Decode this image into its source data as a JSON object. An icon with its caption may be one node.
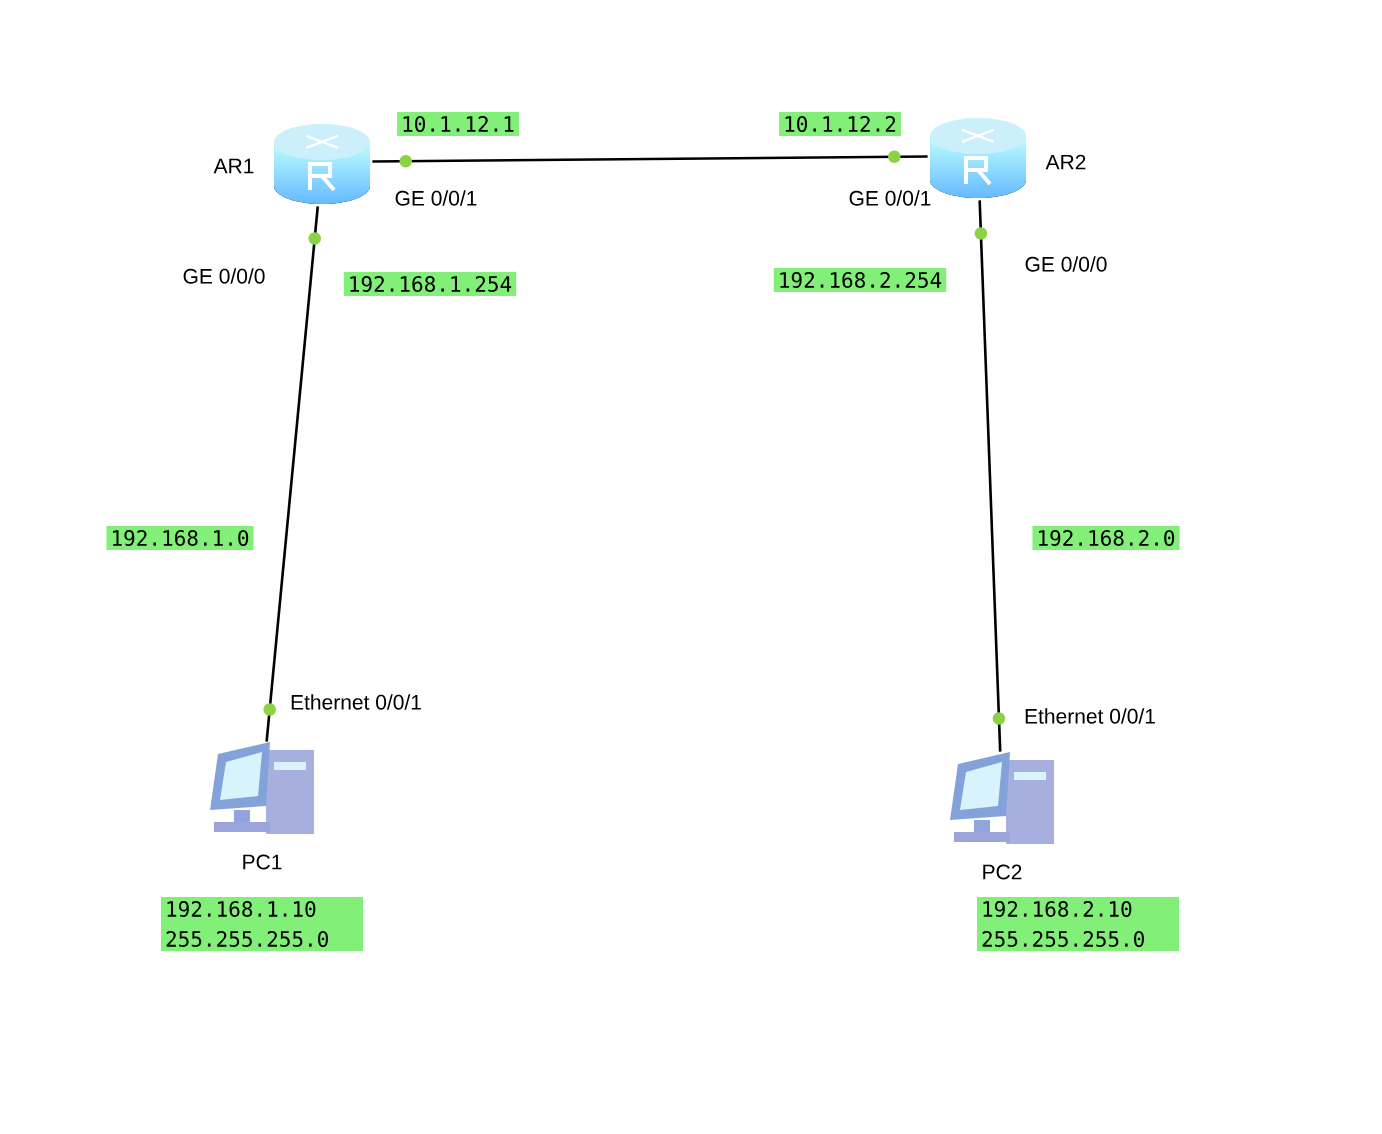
{
  "diagram": {
    "nodes": [
      {
        "text": [],
        "shape": "router",
        "beside": [
          "AR1"
        ]
      },
      {
        "text": [],
        "shape": "router",
        "beside": [
          "AR2"
        ]
      },
      {
        "text": [],
        "shape": "computer",
        "beside": [
          "PC1",
          "192.168.1.10 255.255.255.0"
        ]
      },
      {
        "text": [],
        "shape": "computer",
        "beside": [
          "PC2",
          "192.168.2.10 255.255.255.0"
        ]
      }
    ],
    "edges": [
      {
        "from": 0,
        "to": 1,
        "arrow": "none"
      },
      {
        "from": 0,
        "to": 2,
        "arrow": "none"
      },
      {
        "from": 1,
        "to": 3,
        "arrow": "none"
      }
    ],
    "labels": [
      "10.1.12.1",
      "10.1.12.2",
      "GE 0/0/1",
      "GE 0/0/1",
      "GE 0/0/0",
      "192.168.1.254",
      "192.168.2.254",
      "GE 0/0/0",
      "192.168.1.0",
      "192.168.2.0",
      "Ethernet 0/0/1",
      "Ethernet 0/0/1"
    ]
  }
}
